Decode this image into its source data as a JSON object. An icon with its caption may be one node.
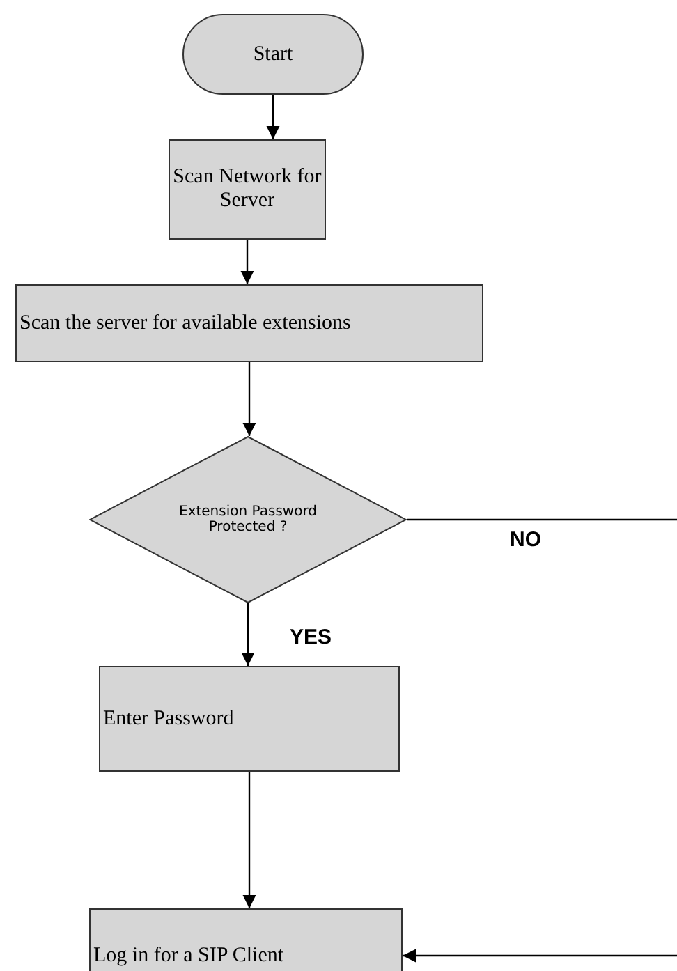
{
  "diagram": {
    "nodes": [
      {
        "text": [
          "Start"
        ]
      },
      {
        "text": [
          "Scan Network for Server"
        ]
      },
      {
        "text": [
          "Scan the server for available extensions"
        ]
      },
      {
        "text": [
          "Extension Password Protected ?"
        ]
      },
      {
        "text": [
          "Enter Password"
        ]
      },
      {
        "text": [
          "Log in for a SIP Client"
        ]
      }
    ],
    "edges": [
      {
        "from": 0,
        "to": 1,
        "arrow": "to"
      },
      {
        "from": 1,
        "to": 2,
        "arrow": "to"
      },
      {
        "from": 2,
        "to": 3,
        "arrow": "to"
      },
      {
        "from": 3,
        "to": 4,
        "arrow": "to",
        "label": "YES"
      },
      {
        "from": 4,
        "to": 5,
        "arrow": "to"
      },
      {
        "from": 3,
        "to": null,
        "arrow": "none",
        "label": "NO"
      },
      {
        "from": null,
        "to": 5,
        "arrow": "to"
      }
    ]
  }
}
